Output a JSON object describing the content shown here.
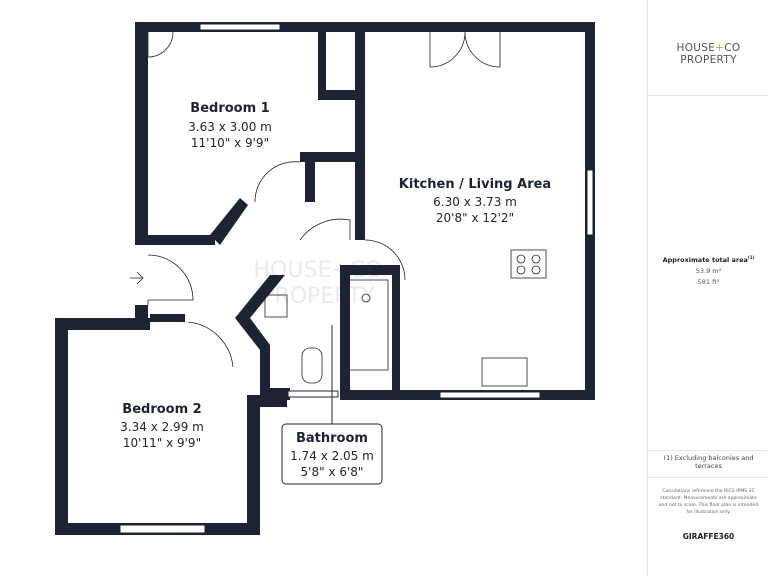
{
  "watermark": {
    "line1": "HOUSE+CO",
    "line2": "PROPERTY"
  },
  "rooms": [
    {
      "name": "Bedroom 1",
      "metric": "3.63 x 3.00 m",
      "imperial": "11'10\" x 9'9\""
    },
    {
      "name": "Kitchen / Living Area",
      "metric": "6.30 x 3.73 m",
      "imperial": "20'8\" x 12'2\""
    },
    {
      "name": "Bedroom 2",
      "metric": "3.34 x 2.99 m",
      "imperial": "10'11\" x 9'9\""
    },
    {
      "name": "Bathroom",
      "metric": "1.74 x 2.05 m",
      "imperial": "5'8\" x 6'8\""
    }
  ],
  "panel": {
    "logo_a": "HOUSE",
    "logo_plus": "+",
    "logo_b": "CO",
    "logo_line2": "PROPERTY",
    "area_title": "Approximate total area",
    "area_sup": "(1)",
    "area_m2": "53.9 m²",
    "area_ft2": "581 ft²",
    "footnote": "(1) Excluding balconies and terraces",
    "calc_note": "Calculations reference the RICS IPMS 3C standard. Measurements are approximate and not to scale. This floor plan is intended for illustration only.",
    "brand": "GIRAFFE360"
  },
  "colors": {
    "wall": "#1c2433",
    "accent": "#e0a030"
  }
}
